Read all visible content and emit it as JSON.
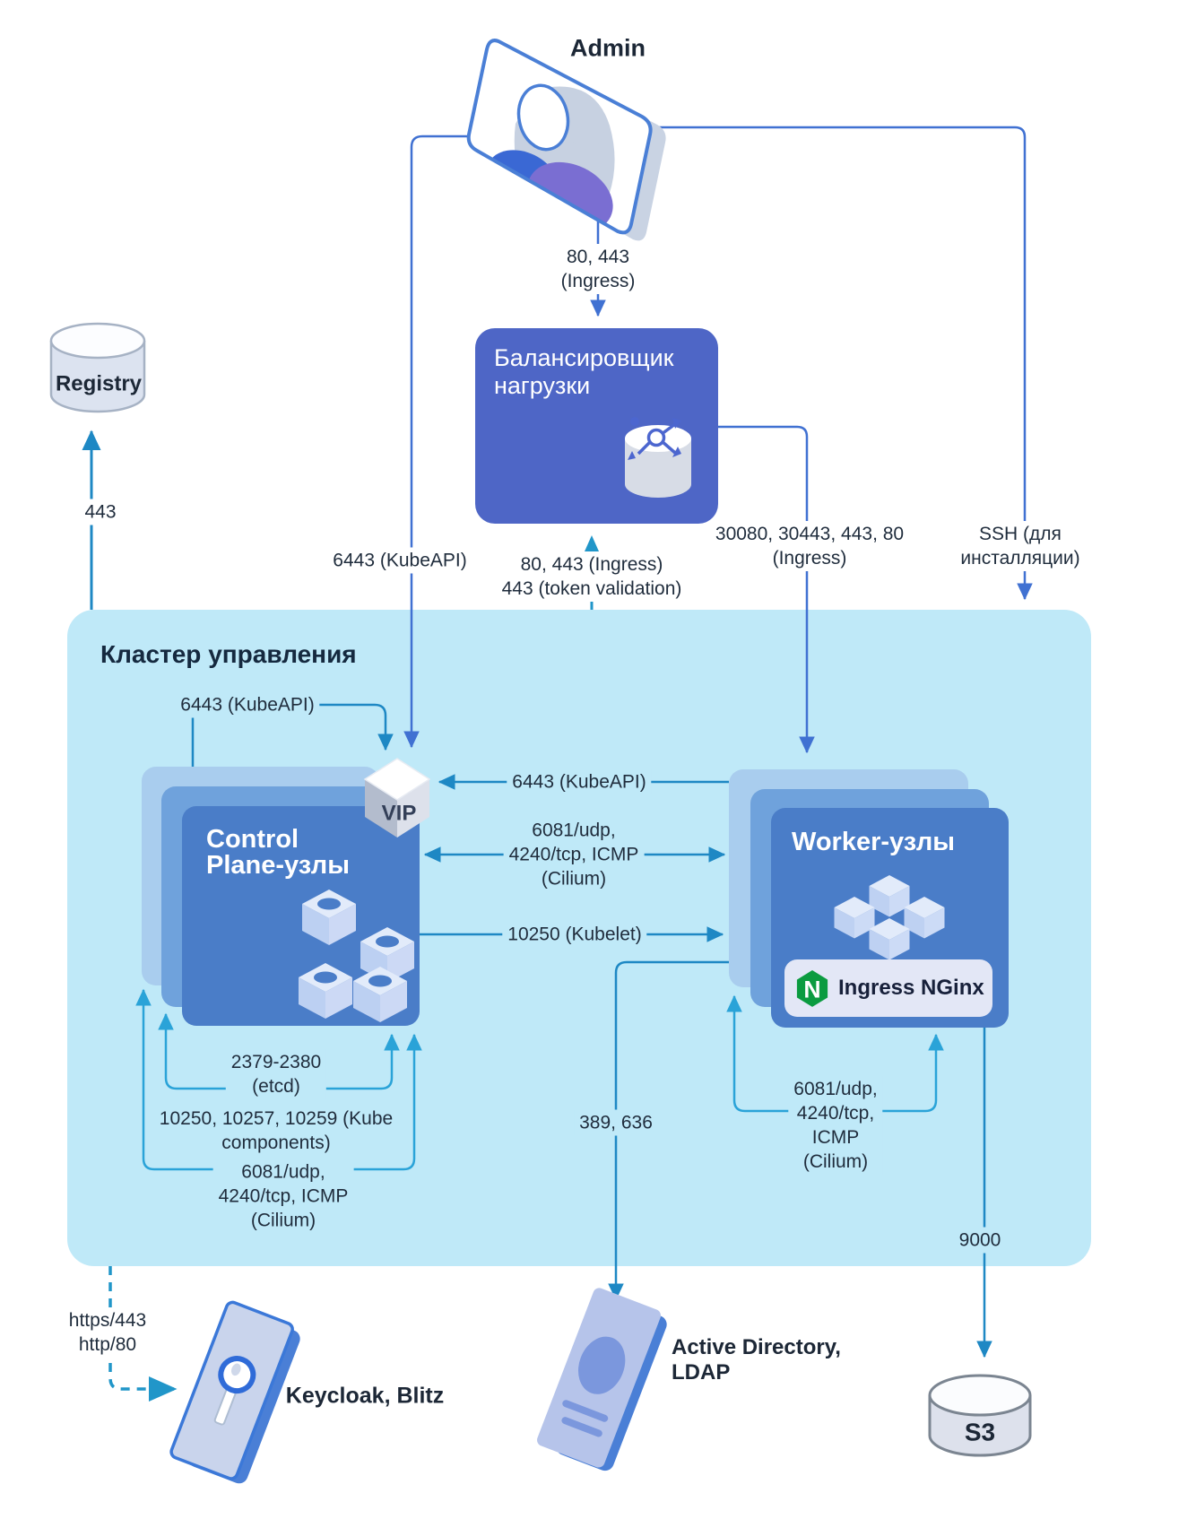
{
  "nodes": {
    "admin": {
      "label": "Admin"
    },
    "registry": {
      "label": "Registry"
    },
    "load_balancer": {
      "line1": "Балансировщик",
      "line2": "нагрузки"
    },
    "cluster": {
      "title": "Кластер управления"
    },
    "control_plane": {
      "line1": "Control",
      "line2": "Plane-узлы"
    },
    "vip": {
      "label": "VIP"
    },
    "worker": {
      "label": "Worker-узлы"
    },
    "ingress_nginx": {
      "label": "Ingress NGinx",
      "logo_letter": "N"
    },
    "keycloak": {
      "label": "Keycloak, Blitz"
    },
    "active_directory": {
      "line1": "Active Directory,",
      "line2": "LDAP"
    },
    "s3": {
      "label": "S3"
    }
  },
  "edges": {
    "admin_to_lb": [
      "80, 443",
      "(Ingress)"
    ],
    "admin_to_vip": "6443 (KubeAPI)",
    "registry_pull": "443",
    "lb_to_cluster": [
      "80, 443 (Ingress)",
      "443 (token validation)"
    ],
    "lb_to_worker": [
      "30080, 30443, 443, 80",
      "(Ingress)"
    ],
    "ssh_install": [
      "SSH (для",
      "инсталляции)"
    ],
    "cp_vip_loop": "6443 (KubeAPI)",
    "worker_to_vip": "6443 (KubeAPI)",
    "cp_worker_cilium": [
      "6081/udp,",
      "4240/tcp, ICMP",
      "(Cilium)"
    ],
    "cp_to_worker_kubelet": "10250 (Kubelet)",
    "etcd_loop": [
      "2379-2380",
      "(etcd)"
    ],
    "kube_components": [
      "10250, 10257, 10259 (Kube",
      "components)"
    ],
    "cp_cilium_loop": [
      "6081/udp,",
      "4240/tcp, ICMP",
      "(Cilium)"
    ],
    "worker_to_ldap": "389, 636",
    "worker_cilium_loop": [
      "6081/udp,",
      "4240/tcp,",
      "ICMP",
      "(Cilium)"
    ],
    "worker_to_s3": "9000",
    "cluster_to_keycloak": [
      "https/443",
      "http/80"
    ]
  },
  "colors": {
    "cluster_bg": "#bfe9f8",
    "load_balancer_box": "#4e66c6",
    "node_box_front": "#4a7dc8",
    "node_box_mid": "#6fa2dc",
    "node_box_back": "#a9cdee",
    "arrow_blue": "#4071d2",
    "arrow_teal": "#1e88c4",
    "arrow_cyan": "#2aa3d8",
    "arrow_dashed_teal": "#2196c9",
    "nginx_green": "#0b9b40",
    "label_text": "#1f2c3c"
  }
}
